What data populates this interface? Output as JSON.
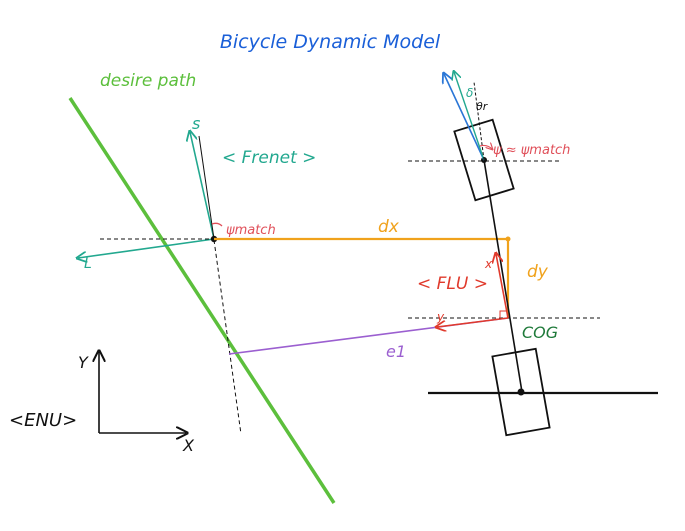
{
  "title": "Bicycle Dynamic Model",
  "path_label": "desire path",
  "frenet": {
    "frame_label": "< Frenet >",
    "s_axis": "s",
    "l_axis": "L",
    "heading_label": "ψmatch"
  },
  "vehicle": {
    "flu_label": "< FLU >",
    "flu_x": "x",
    "flu_y": "y",
    "cog_label": "COG",
    "front_angle_label": "ψ ≈ ψmatch",
    "delta_label": "δ",
    "theta_label": "θr"
  },
  "errors": {
    "dx_label": "dx",
    "dy_label": "dy",
    "e1_label": "e1"
  },
  "enu": {
    "frame_label": "<ENU>",
    "x_axis": "X",
    "y_axis": "Y"
  },
  "colors": {
    "title": "#1a5fd8",
    "path": "#5cbf3c",
    "frenet": "#22a88f",
    "heading": "#e0505a",
    "dx_dy": "#f0a21c",
    "flu": "#e03a2c",
    "cog": "#1f7a3a",
    "e1": "#9b5fd0",
    "delta": "#2a76d6",
    "black": "#111111"
  }
}
